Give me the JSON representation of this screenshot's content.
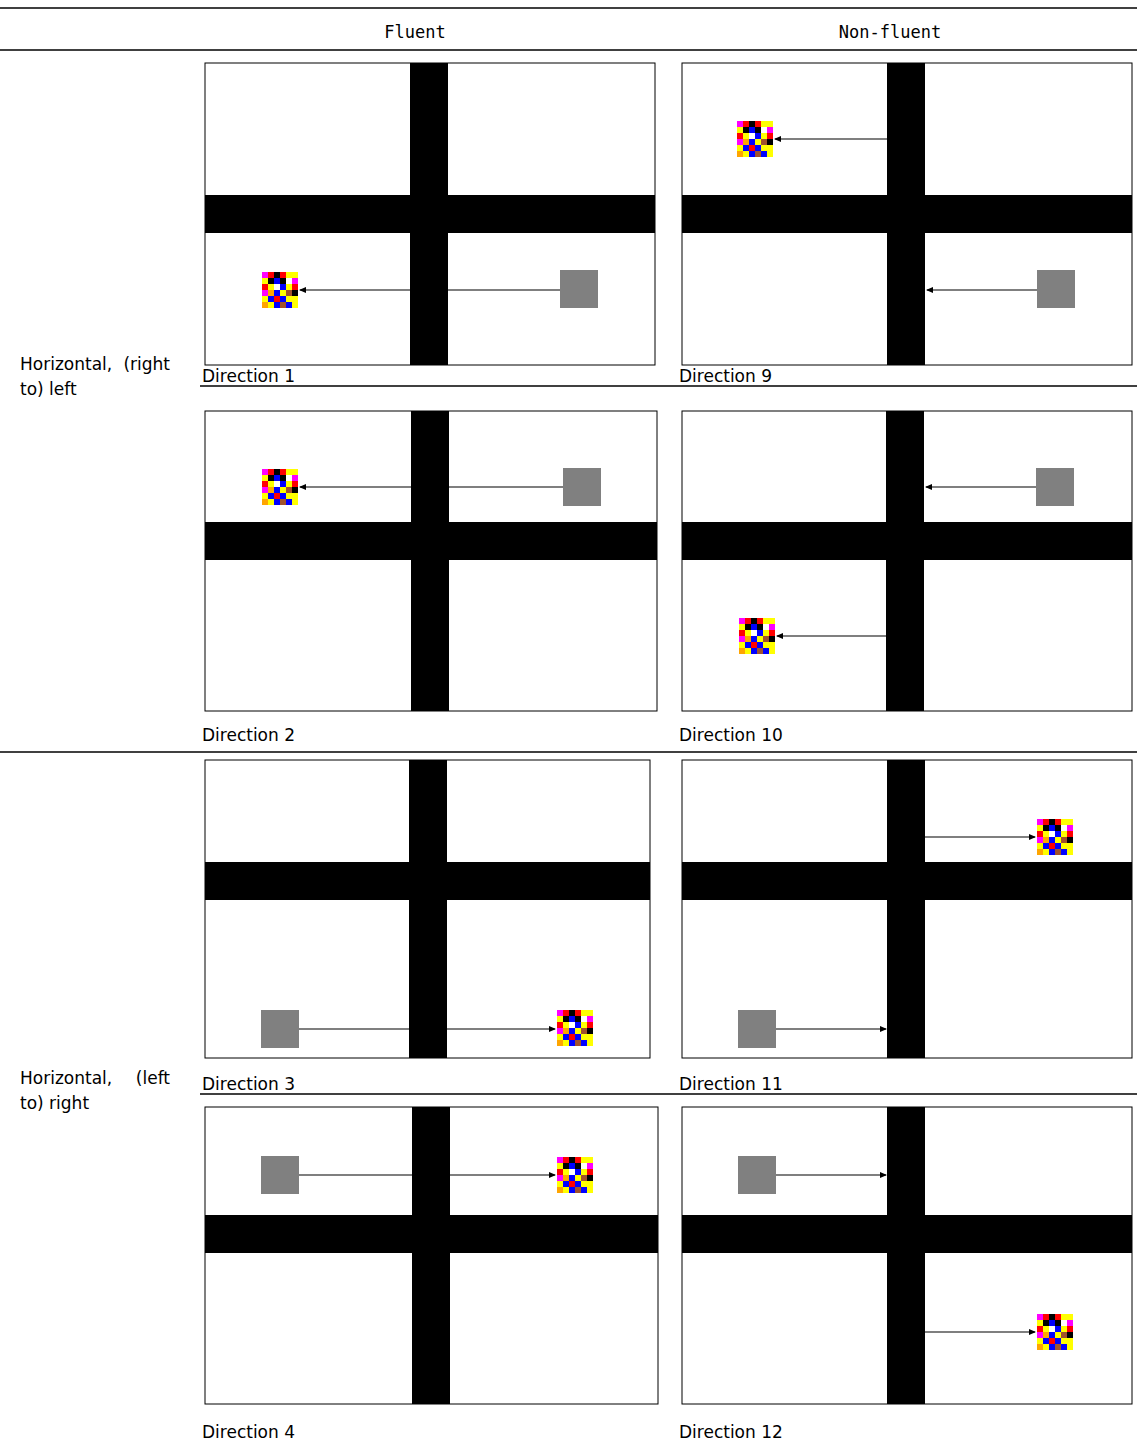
{
  "diagram": {
    "labels": [
      "Fluent",
      "Non-fluent",
      "Horizontal, (right to) left",
      "Direction 1",
      "Direction 9",
      "Direction 2",
      "Direction 10",
      "Horizontal, (left to) right",
      "Direction 3",
      "Direction 11",
      "Direction 4",
      "Direction 12"
    ]
  }
}
